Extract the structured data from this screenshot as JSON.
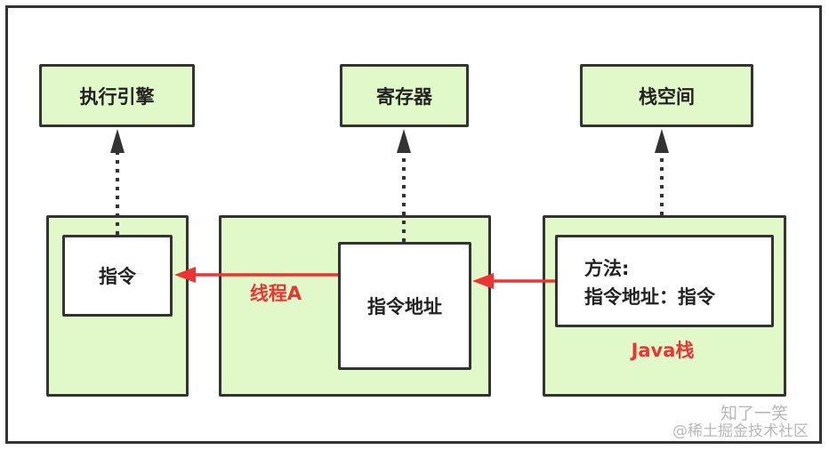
{
  "top_boxes": {
    "execution_engine": "执行引擎",
    "register": "寄存器",
    "stack_space": "栈空间"
  },
  "left_panel": {
    "instruction": "指令"
  },
  "middle_panel": {
    "instruction_address": "指令地址",
    "thread_label": "线程A"
  },
  "right_panel": {
    "method_line": "方法:",
    "address_line": "指令地址：指令",
    "stack_label": "Java栈"
  },
  "watermark": {
    "line1": "知了一笑",
    "line2": "@稀土掘金技术社区"
  },
  "colors": {
    "panel_fill": "#e1f8c8",
    "border": "#333333",
    "arrow_red": "#ee3333"
  }
}
